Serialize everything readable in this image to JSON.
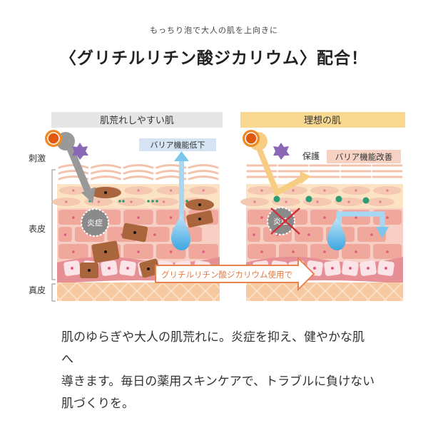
{
  "header": {
    "subtitle": "もっちり泡で大人の肌を上向きに",
    "title": "〈グリチルリチン酸ジカリウム〉配合！"
  },
  "side_labels": {
    "stimulus": "刺激",
    "epidermis": "表皮",
    "dermis": "真皮"
  },
  "left_panel": {
    "title": "肌荒れしやすい肌",
    "barrier_label": "バリア機能低下",
    "inflammation": "炎症"
  },
  "right_panel": {
    "title": "理想の肌",
    "protect_label": "保護",
    "barrier_label": "バリア機能改善",
    "inflammation": "炎症"
  },
  "transition_arrow": "グリチルリチン酸ジカリウム使用で",
  "description": [
    "肌のゆらぎや大人の肌荒れに。炎症を抑え、健やかな肌へ",
    "導きます。毎日の薬用スキンケアで、トラブルに負けない",
    "肌づくりを。"
  ],
  "colors": {
    "left_header": "#e6e6e6",
    "right_header": "#f8d98f",
    "arrow": "#e8834f",
    "water": "#5bb6e6"
  }
}
